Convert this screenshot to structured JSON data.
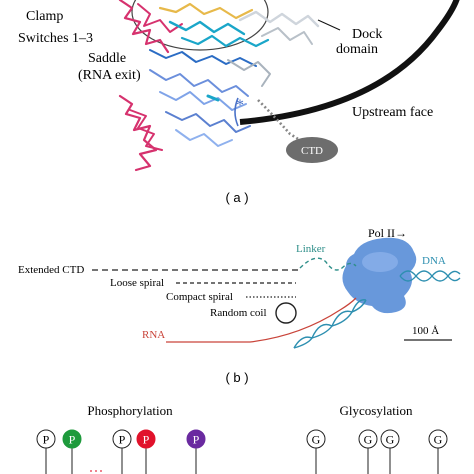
{
  "panel_a": {
    "labels": {
      "clamp": "Clamp",
      "switches": "Switches 1–3",
      "saddle": "Saddle",
      "rna_exit": "(RNA exit)",
      "dock": "Dock",
      "domain": "domain",
      "upstream_face": "Upstream face",
      "ctd": "CTD",
      "asterisk": "*"
    },
    "caption": "( a )"
  },
  "panel_b": {
    "labels": {
      "pol2": "Pol II→",
      "linker": "Linker",
      "dna": "DNA",
      "extended_ctd": "Extended CTD",
      "loose_spiral": "Loose spiral",
      "compact_spiral": "Compact spiral",
      "random_coil": "Random coil",
      "rna": "RNA",
      "scale": "100 Å"
    },
    "caption": "( b )"
  },
  "panel_c": {
    "phosphorylation_title": "Phosphorylation",
    "glycosylation_title": "Glycosylation",
    "p_symbol": "P",
    "g_symbol": "G",
    "colors": {
      "green": "#1e9a3c",
      "red": "#e1122b",
      "purple": "#6a2aa0"
    }
  },
  "colors": {
    "polymerase_blue": "#5b8fd8",
    "ctd_gray": "#6d6d6d",
    "magenta": "#d6326e",
    "cyan": "#1aa6c9",
    "dna_teal": "#2d8fb0",
    "linker_teal": "#2f8f8a",
    "rna_red": "#c9443a"
  }
}
